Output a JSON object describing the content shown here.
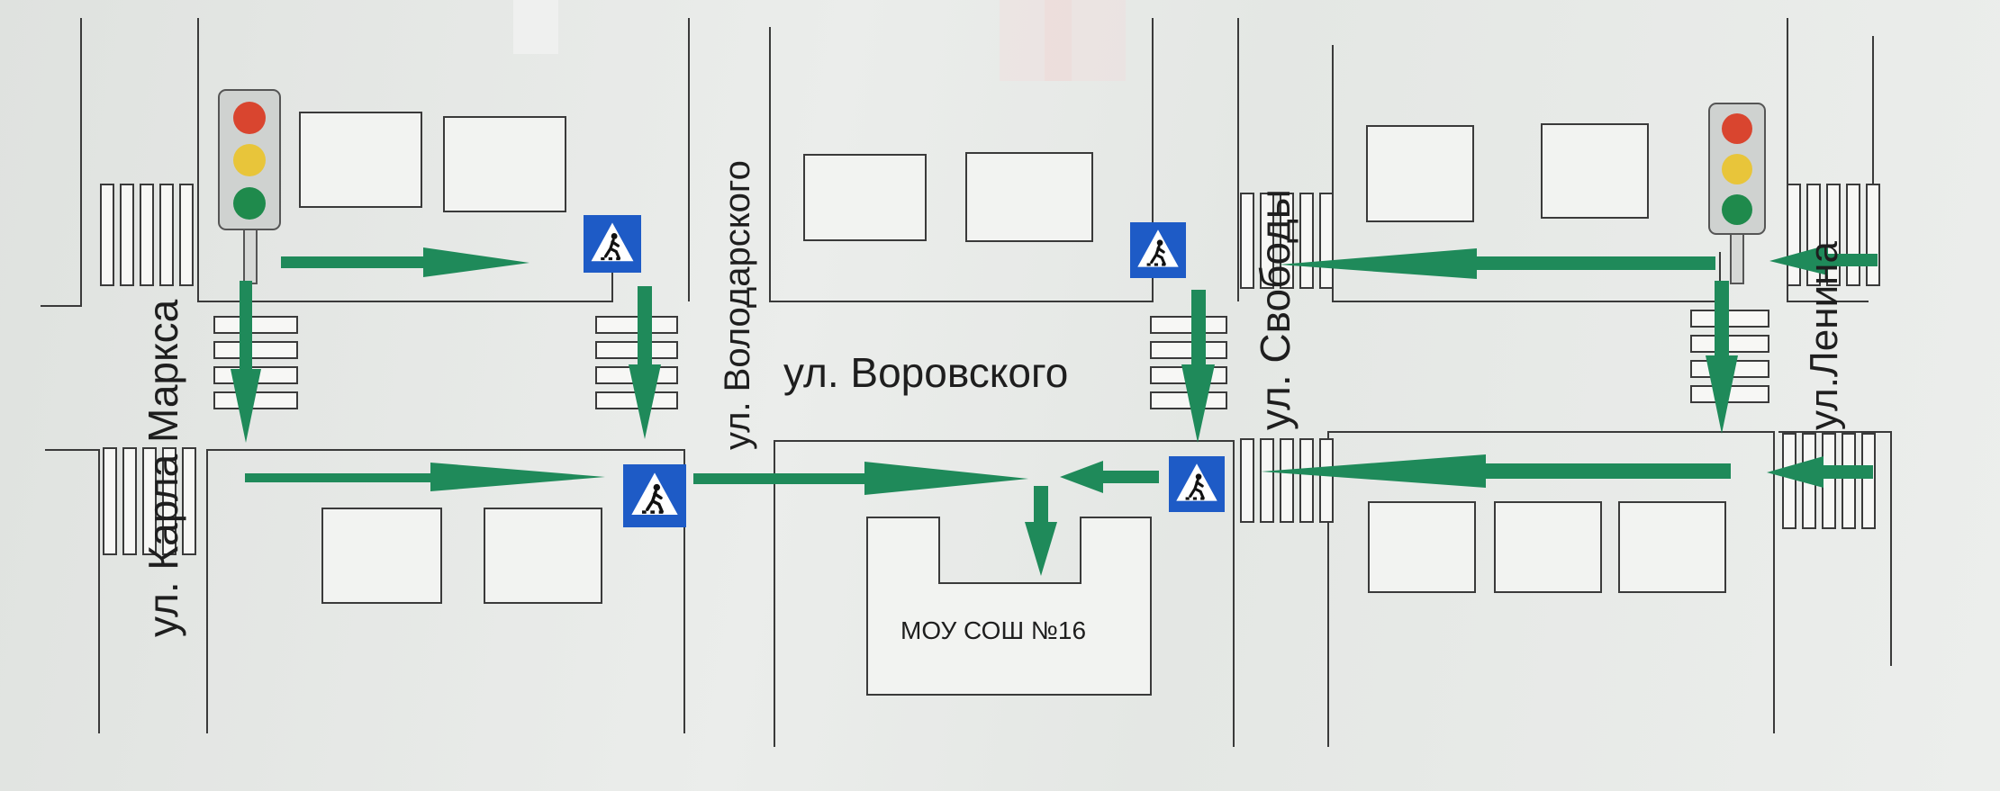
{
  "streets": {
    "karl_marx": "ул. Карла Маркса",
    "volodarsky": "ул. Володарского",
    "vorovsky": "ул. Воровского",
    "svobody": "ул.  Свободы",
    "lenina": "ул.Ленина"
  },
  "school": {
    "label": "МОУ СОШ №16"
  },
  "colors": {
    "line": "#3a3a3a",
    "arrow": "#1f8a5a",
    "sign_bg": "#1e5bc6",
    "traffic_red": "#d9452f",
    "traffic_yellow": "#e8c53a",
    "traffic_green": "#1f8a4c"
  },
  "icons": {
    "pedestrian_crossing_sign": "pedestrian-crossing-sign-icon",
    "traffic_light": "traffic-light-icon",
    "route_arrow": "route-arrow-icon"
  }
}
